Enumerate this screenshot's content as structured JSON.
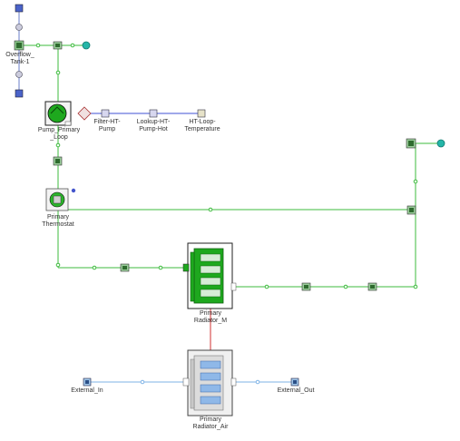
{
  "labels": {
    "overflow_tank": "Overflow_\nTank-1",
    "pump": "Pump_Primary\n_Loop",
    "filter": "Filter-HT-\nPump",
    "lookup": "Lookup-HT-\nPump-Hot",
    "temperature": "HT-Loop-\nTemperature",
    "thermostat": "Primary\nThermostat",
    "radiator_m": "Primary\nRadiator_M",
    "radiator_air": "Primary\nRadiator_Air",
    "external_in": "External_In",
    "external_out": "External_Out"
  },
  "colors": {
    "coolant_line": "#3dbb3d",
    "signal_line": "#3f51d4",
    "air_line": "#7fb3e6",
    "link_line": "#d03030",
    "component_green": "#1ea81e",
    "component_blue": "#8fb8e8"
  }
}
